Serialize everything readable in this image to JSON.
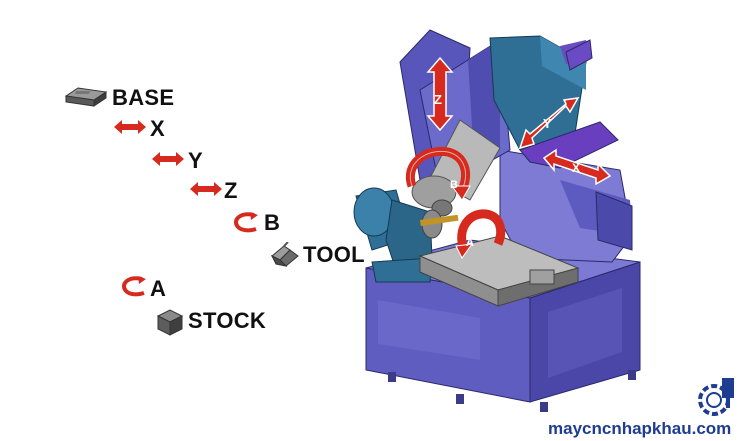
{
  "legend": {
    "base": "BASE",
    "x": "X",
    "y": "Y",
    "z": "Z",
    "b": "B",
    "tool": "TOOL",
    "a": "A",
    "stock": "STOCK"
  },
  "machine_labels": {
    "z": "Z",
    "y": "Y",
    "x": "X",
    "b": "B",
    "a": "A"
  },
  "watermark": "maycncnhapkhau.com",
  "colors": {
    "arrow_red": "#d62a1e",
    "frame_purple": "#6e6cc4",
    "head_blue": "#2f6f95",
    "table_gray": "#a9a9a9",
    "logo_blue": "#1f3c93"
  },
  "icons": {
    "base": "base-block-icon",
    "linear": "double-arrow-icon",
    "rotary": "rotary-arrow-icon",
    "tool": "tool-holder-icon",
    "stock": "stock-cube-icon"
  }
}
